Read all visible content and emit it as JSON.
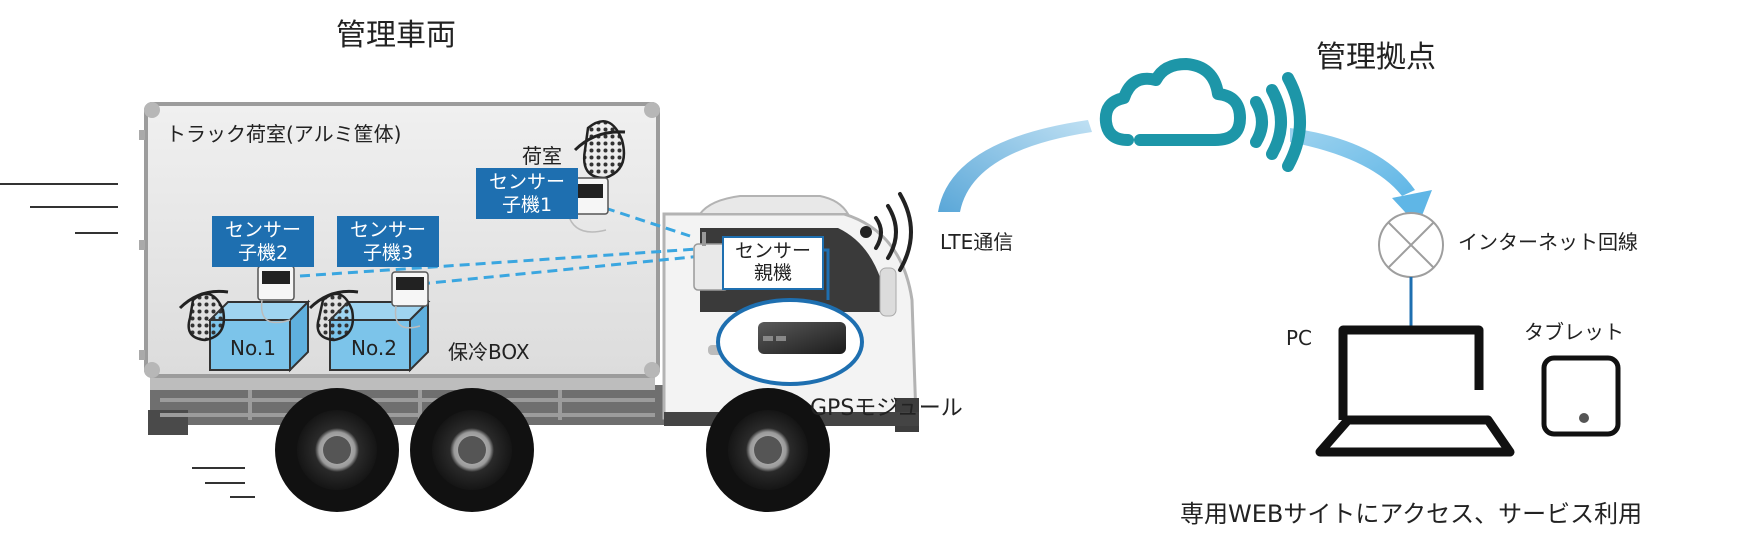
{
  "titles": {
    "vehicle": "管理車両",
    "base": "管理拠点"
  },
  "truck": {
    "cargo_label": "トラック荷室(アルミ筐体)",
    "room_label": "荷室",
    "sensor1": [
      "センサー",
      "子機1"
    ],
    "sensor2": [
      "センサー",
      "子機2"
    ],
    "sensor3": [
      "センサー",
      "子機3"
    ],
    "parent": [
      "センサー",
      "親機"
    ],
    "box1": "No.1",
    "box2": "No.2",
    "cold_box_label": "保冷BOX",
    "gps_label": "GPSモジュール"
  },
  "network": {
    "lte_label": "LTE通信",
    "internet_label": "インターネット回線"
  },
  "devices": {
    "pc_label": "PC",
    "tablet_label": "タブレット",
    "bottom_caption": "専用WEBサイトにアクセス、サービス利用"
  },
  "colors": {
    "sensor_box": "#1e6fb0",
    "cold_box": "#7cc4ea",
    "cloud": "#1d96a8",
    "arrow": "#6bb8e0",
    "dashed_link": "#3aa6e0"
  }
}
